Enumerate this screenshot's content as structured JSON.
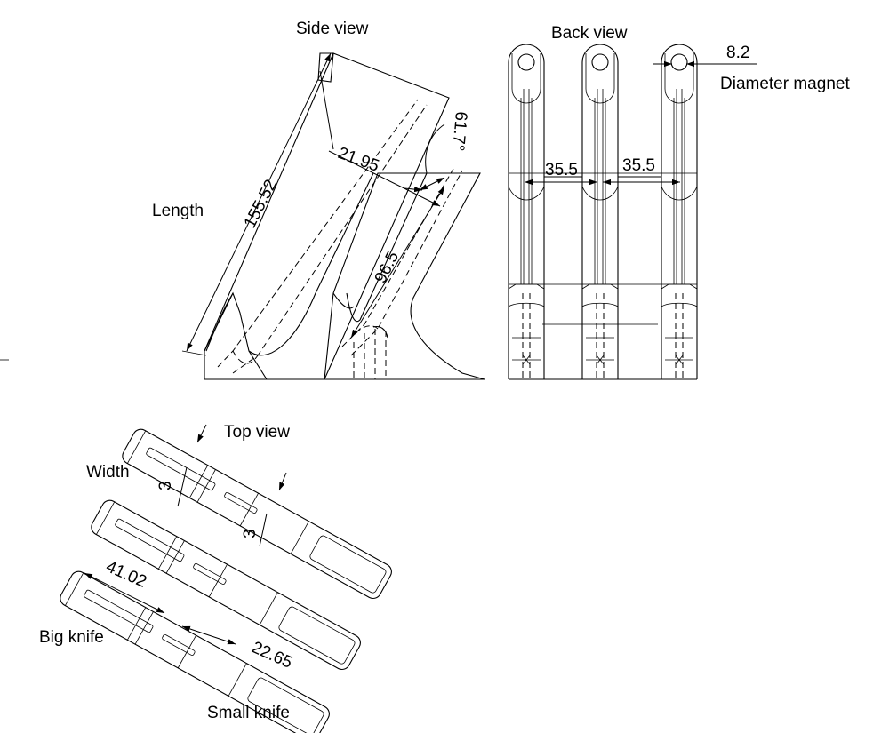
{
  "views": {
    "side": "Side view",
    "back": "Back view",
    "top": "Top view"
  },
  "labels": {
    "length": "Length",
    "width": "Width",
    "diameter_magnet": "Diameter magnet",
    "big_knife": "Big knife",
    "small_knife": "Small knife"
  },
  "dimensions": {
    "length": "155.52",
    "d1": "21.95",
    "angle": "61.7°",
    "d2": "96.5",
    "magnet": "8.2",
    "spacing_left": "35.5",
    "spacing_right": "35.5",
    "width_a": "3",
    "width_b": "3",
    "big_knife_len": "41.02",
    "small_knife_len": "22.65"
  }
}
